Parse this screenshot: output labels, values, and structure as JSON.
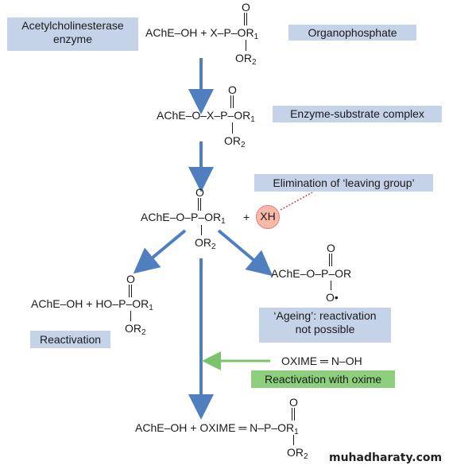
{
  "labels": {
    "enzyme": [
      "Acetylcholinesterase",
      "enzyme"
    ],
    "organophosphate": "Organophosphate",
    "complex": "Enzyme-substrate complex",
    "elimination": "Elimination of ‘leaving group’",
    "ageing": [
      "‘Ageing’: reactivation",
      "not possible"
    ],
    "reactivation": "Reactivation",
    "reactivation_oxime": "Reactivation with oxime"
  },
  "chem": {
    "r1_main": "AChE–OH  +  X–P–OR",
    "sub1": "1",
    "sub2": "2",
    "O": "O",
    "OR": "OR",
    "r2_main": "AChE–O–X–P–OR",
    "r3_main": "AChE–O–P–OR",
    "plus": "+",
    "XH": "XH",
    "left_main": "AChE–OH + HO–P–OR",
    "age_main": "AChE–O–P–OR",
    "age_bottom": "O•",
    "oxime": "OXIME ═ N–OH",
    "final_main": "AChE–OH + OXIME ═  N–P–OR"
  },
  "watermark": "muhadharaty.com",
  "colors": {
    "arrow_blue": "#4f7fbf",
    "arrow_green": "#7cc46a",
    "label_bg": "#c5d3e8",
    "green_bg": "#8dcf7c",
    "dotted_red": "#d0403a"
  }
}
